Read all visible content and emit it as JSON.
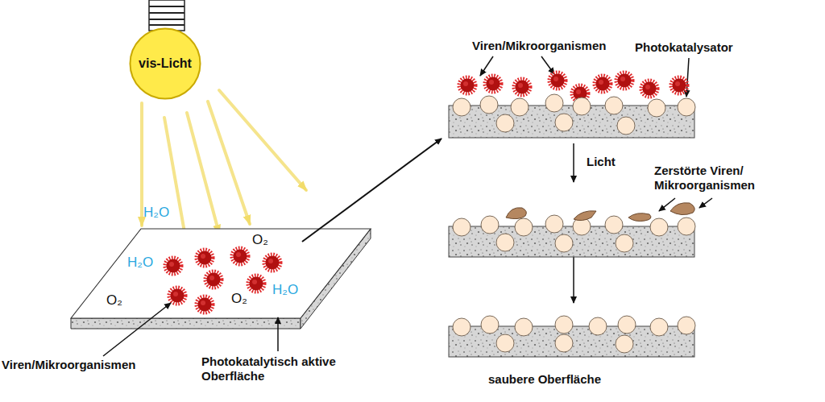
{
  "diagram": {
    "nodes": [
      {
        "text": [
          "vis-Licht"
        ]
      }
    ],
    "labels": [
      "H₂O",
      "Viren/Mikroorganismen",
      "Photokatalysator",
      "Licht",
      "Zerstörte Viren/ Mikroorganismen",
      "O₂",
      "H₂O",
      "O₂",
      "O₂",
      "H₂O",
      "Viren/Mikroorganismen",
      "Photokatalytisch aktive Oberfläche",
      "saubere Oberfläche"
    ]
  }
}
